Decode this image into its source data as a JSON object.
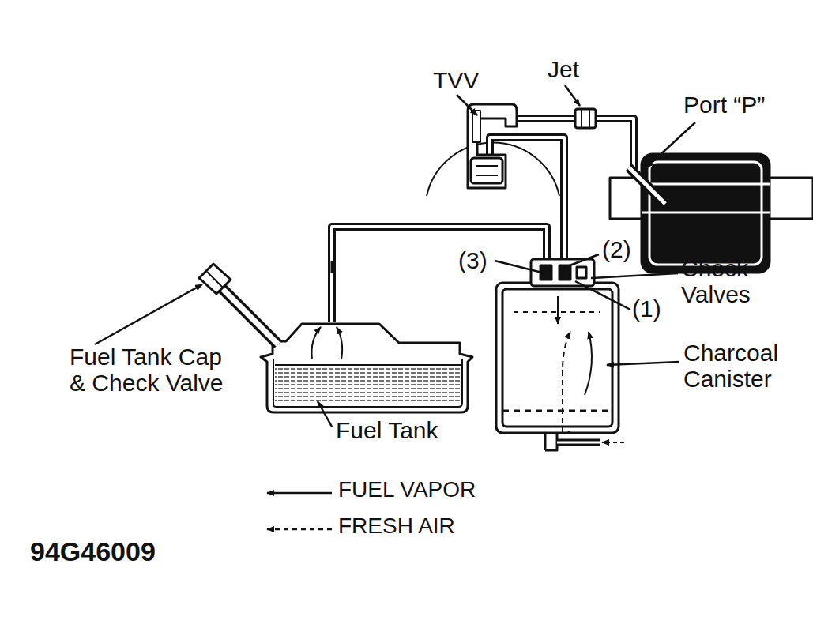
{
  "diagram": {
    "labels": [
      "TVV",
      "Jet",
      "Port “P”",
      "(3)",
      "(2)",
      "Check Valves",
      "(1)",
      "Charcoal Canister",
      "Fuel Tank Cap & Check Valve",
      "Fuel Tank",
      "94G46009"
    ],
    "legend": [
      {
        "text": "FUEL VAPOR"
      },
      {
        "text": "FRESH AIR"
      }
    ]
  }
}
